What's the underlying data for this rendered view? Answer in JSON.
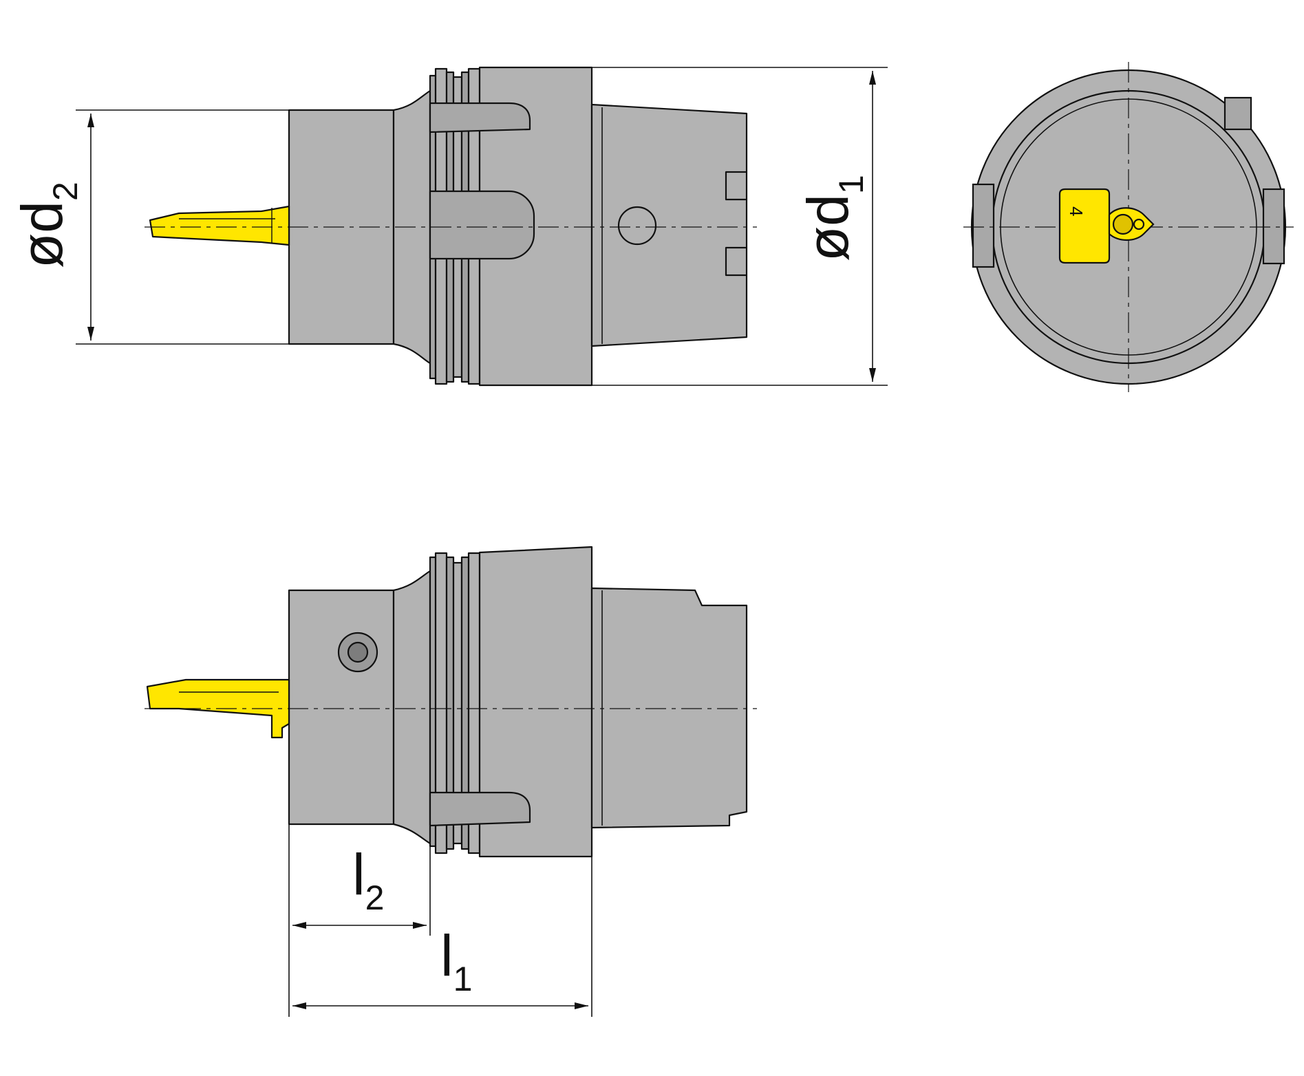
{
  "colors": {
    "body": "#b3b3b3",
    "body_dark": "#9e9e9e",
    "outline": "#111111",
    "insert": "#ffe600",
    "insert_dark": "#e0c200",
    "background": "#ffffff",
    "dimension": "#111111"
  },
  "dimensions": {
    "d1": {
      "prefix": "ød",
      "sub": "1"
    },
    "d2": {
      "prefix": "ød",
      "sub": "2"
    },
    "l1": {
      "prefix": "l",
      "sub": "1"
    },
    "l2": {
      "prefix": "l",
      "sub": "2"
    }
  },
  "insert_marking": "4",
  "icons": {
    "tool_insert": "cutting-insert-icon",
    "screw": "clamp-screw-icon"
  }
}
